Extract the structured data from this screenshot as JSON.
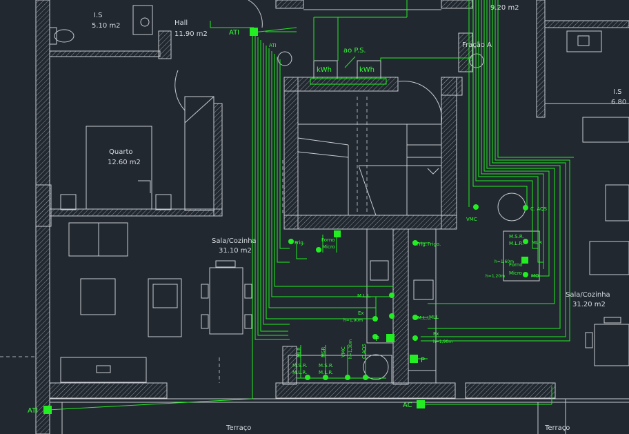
{
  "rooms": {
    "is_left": {
      "name": "I.S",
      "area": "5.10 m2"
    },
    "hall": {
      "name": "Hall",
      "area": "11.90 m2"
    },
    "quarto": {
      "name": "Quarto",
      "area": "12.60 m2"
    },
    "sala_left": {
      "name": "Sala/Cozinha",
      "area": "31.10 m2"
    },
    "top_right_area": {
      "area": "9.20 m2"
    },
    "is_right": {
      "name": "I.S",
      "area": "6.80"
    },
    "sala_right": {
      "name": "Sala/Cozinha",
      "area": "31.20 m2"
    },
    "terraco_left": {
      "name": "Terraço"
    },
    "terraco_right": {
      "name": "Terraço"
    }
  },
  "electrical": {
    "ati": "ATI",
    "ati_label": "ATI",
    "ac_label": "AC",
    "ao_ps": "ao P.S.",
    "kwh_left": "kWh",
    "kwh_right": "kWh",
    "fracao": "Fração A",
    "left_kitchen": {
      "frigo": "Frig.",
      "forno": "Forno",
      "micro": "Micro",
      "mll": "M.L.L.",
      "ex": "Ex",
      "ex_h": "h=1,90m",
      "p": "P",
      "msr_top": "M.S.R.",
      "mlr_top": "M.L.R.",
      "mlr_v": "MLR",
      "msr_v": "MSR",
      "vmc": "VMC",
      "caqs": "C.AQS",
      "h_130": "h=1,30m"
    },
    "right_kitchen": {
      "frigo": "Frigo.",
      "mll": "M.L.L.",
      "mll_label": "MLL",
      "ex": "Ex",
      "ex_h": "h=1,90m",
      "p": "P",
      "caqs": "C. AQS",
      "vmc": "VMC",
      "msr": "M.S.R.",
      "mlr": "M.L.R.",
      "mlr_label": "MLR",
      "forno": "Forno",
      "micro": "Micro",
      "mo": "MO",
      "h_160": "h=1,60m",
      "h_120": "h=1,20m"
    },
    "sensor": "C"
  },
  "colors": {
    "background": "#212830",
    "walls": "#c9cdd2",
    "hatch": "#8b9096",
    "wiring": "#22ee22"
  }
}
